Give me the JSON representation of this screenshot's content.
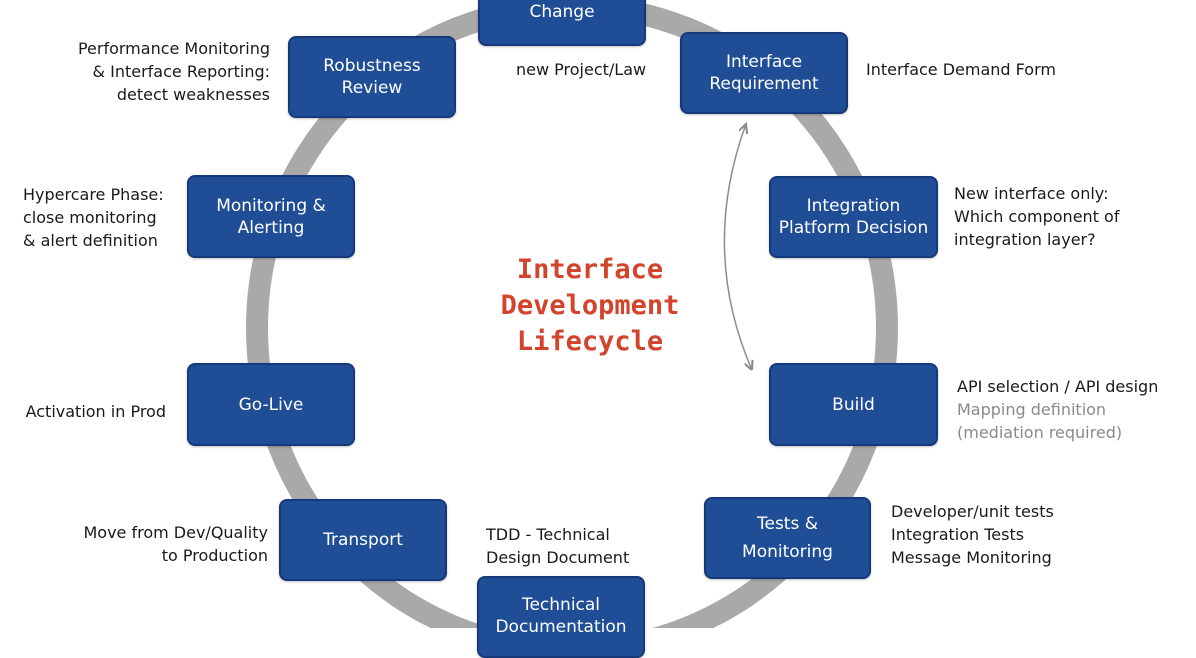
{
  "title": [
    "Interface",
    "Development",
    "Lifecycle"
  ],
  "colors": {
    "node_fill": "#1f4e97",
    "ring": "#a9a9a9",
    "title": "#d2452c",
    "muted_note": "#8a8a8a"
  },
  "nodes": [
    {
      "id": "change",
      "lines": [
        "Change"
      ]
    },
    {
      "id": "interface-requirement",
      "lines": [
        "Interface",
        "Requirement"
      ]
    },
    {
      "id": "integration-platform-decision",
      "lines": [
        "Integration",
        "Platform Decision"
      ]
    },
    {
      "id": "build",
      "lines": [
        "Build"
      ]
    },
    {
      "id": "tests-monitoring",
      "lines": [
        "Tests &",
        "Monitoring"
      ]
    },
    {
      "id": "technical-documentation",
      "lines": [
        "Technical",
        "Documentation"
      ]
    },
    {
      "id": "transport",
      "lines": [
        "Transport"
      ]
    },
    {
      "id": "go-live",
      "lines": [
        "Go-Live"
      ]
    },
    {
      "id": "monitoring-alerting",
      "lines": [
        "Monitoring &",
        "Alerting"
      ]
    },
    {
      "id": "robustness-review",
      "lines": [
        "Robustness",
        "Review"
      ]
    }
  ],
  "notes": {
    "change": [
      "new Project/Law"
    ],
    "interface_requirement": [
      "Interface Demand Form"
    ],
    "integration_platform_decision": [
      "New interface only:",
      "Which component of",
      "integration layer?"
    ],
    "build": [
      "API selection / API design"
    ],
    "build_muted": [
      "Mapping definition",
      "(mediation required)"
    ],
    "tests_monitoring": [
      "Developer/unit tests",
      "Integration Tests",
      "Message Monitoring"
    ],
    "technical_documentation": [
      "TDD - Technical",
      "Design Document"
    ],
    "transport": [
      "Move from Dev/Quality",
      "to Production"
    ],
    "go_live": [
      "Activation in Prod"
    ],
    "monitoring_alerting": [
      "Hypercare Phase:",
      "close monitoring",
      "& alert definition"
    ],
    "robustness_review": [
      "Performance Monitoring",
      "& Interface Reporting:",
      "detect weaknesses"
    ]
  }
}
